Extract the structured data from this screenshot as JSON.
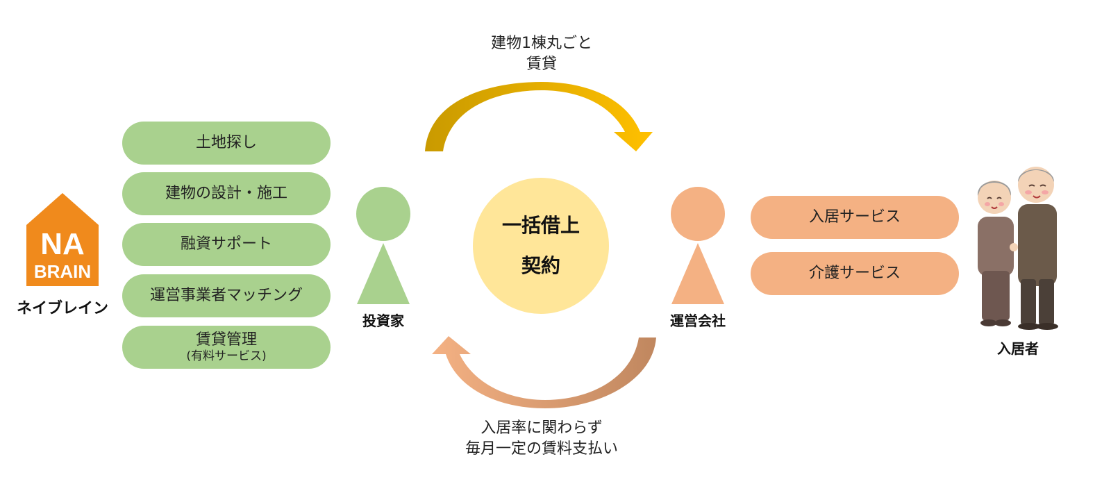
{
  "brand": {
    "logo_line1": "NA",
    "logo_line2": "BRAIN",
    "name": "ネイブレイン"
  },
  "services_left": [
    {
      "label": "土地探し"
    },
    {
      "label": "建物の設計・施工"
    },
    {
      "label": "融資サポート"
    },
    {
      "label": "運営事業者マッチング"
    },
    {
      "label": "賃貸管理",
      "sub": "(有料サービス)"
    }
  ],
  "investor": {
    "label": "投資家"
  },
  "operator": {
    "label": "運営会社"
  },
  "resident": {
    "label": "入居者"
  },
  "contract": {
    "line1": "一括借上",
    "line2": "契約"
  },
  "top_arrow_caption": {
    "line1": "建物1棟丸ごと",
    "line2": "賃貸"
  },
  "bottom_arrow_caption": {
    "line1": "入居率に関わらず",
    "line2": "毎月一定の賃料支払い"
  },
  "services_right": [
    {
      "label": "入居サービス"
    },
    {
      "label": "介護サービス"
    }
  ],
  "colors": {
    "green": "#a9d18e",
    "orange": "#f4b183",
    "logo_orange": "#f08a1c",
    "circle_yellow": "#ffe699",
    "arrow_gold_start": "#c99a00",
    "arrow_gold_end": "#ffc000",
    "arrow_brown_start": "#f4b183",
    "arrow_brown_end": "#c0875f"
  }
}
